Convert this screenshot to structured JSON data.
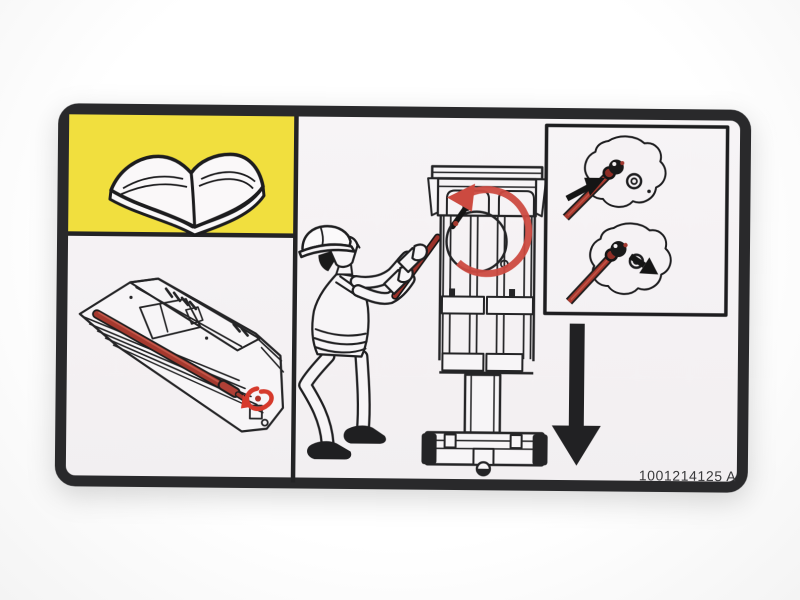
{
  "label": {
    "part_number": "1001214125 A"
  },
  "colors": {
    "panel_yellow": "#f1df3e",
    "line_black": "#242426",
    "border_black": "#29292b",
    "label_background": "#f5f2f4",
    "rod_dark_red": "#a5392e",
    "arrow_red": "#cc4a40",
    "curl_red": "#d63a2c"
  },
  "panels": {
    "read_manual": {
      "icon": "open-book-icon"
    },
    "stowed_machine": {
      "icon": "stowed-lift-isometric-illustration",
      "details": [
        "red-manual-rod",
        "red-rotate-curl-arrow"
      ]
    },
    "procedure": {
      "icons": [
        "worker-with-rod-illustration",
        "mast-lift-front-illustration",
        "counterclockwise-rotation-arrow"
      ]
    },
    "valve_closeup": {
      "steps": [
        "attach-rod-to-valve-arrow",
        "turn-rod-arrow"
      ]
    },
    "lowering": {
      "icon": "platform-lowering-down-arrow"
    }
  }
}
